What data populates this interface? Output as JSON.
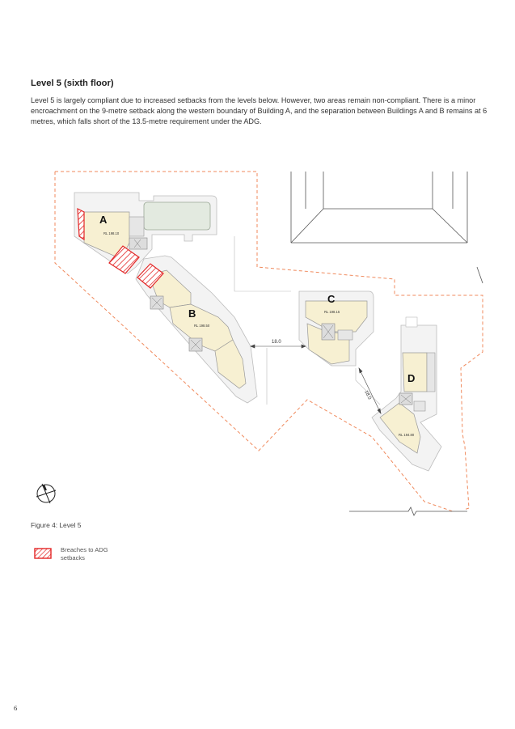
{
  "section": {
    "heading": "Level 5 (sixth floor)",
    "paragraph": "Level 5 is largely compliant due to increased setbacks from the levels below. However, two areas remain non-compliant. There is a minor encroachment on the 9-metre setback along the western boundary of Building A, and the separation between Buildings A and B remains at 6 metres, which falls short of the 13.5-metre requirement under the ADG."
  },
  "plan": {
    "buildings": [
      {
        "letter": "A",
        "rl": "RL 198.10"
      },
      {
        "letter": "B",
        "rl": "RL 198.50"
      },
      {
        "letter": "C",
        "rl": "RL 198.15"
      },
      {
        "letter": "D",
        "rl": "RL 194.80"
      }
    ],
    "dimension_bc": "18.0",
    "dimension_cd": "18.0",
    "colors": {
      "boundary": "#f08a5d",
      "breach": "#e32626",
      "floor_fill": "#f7f0d2",
      "core_fill": "#e6e6e6"
    }
  },
  "figure": {
    "caption": "Figure 4: Level 5",
    "legend_label": "Breaches to ADG setbacks"
  },
  "page": {
    "number": "6"
  }
}
